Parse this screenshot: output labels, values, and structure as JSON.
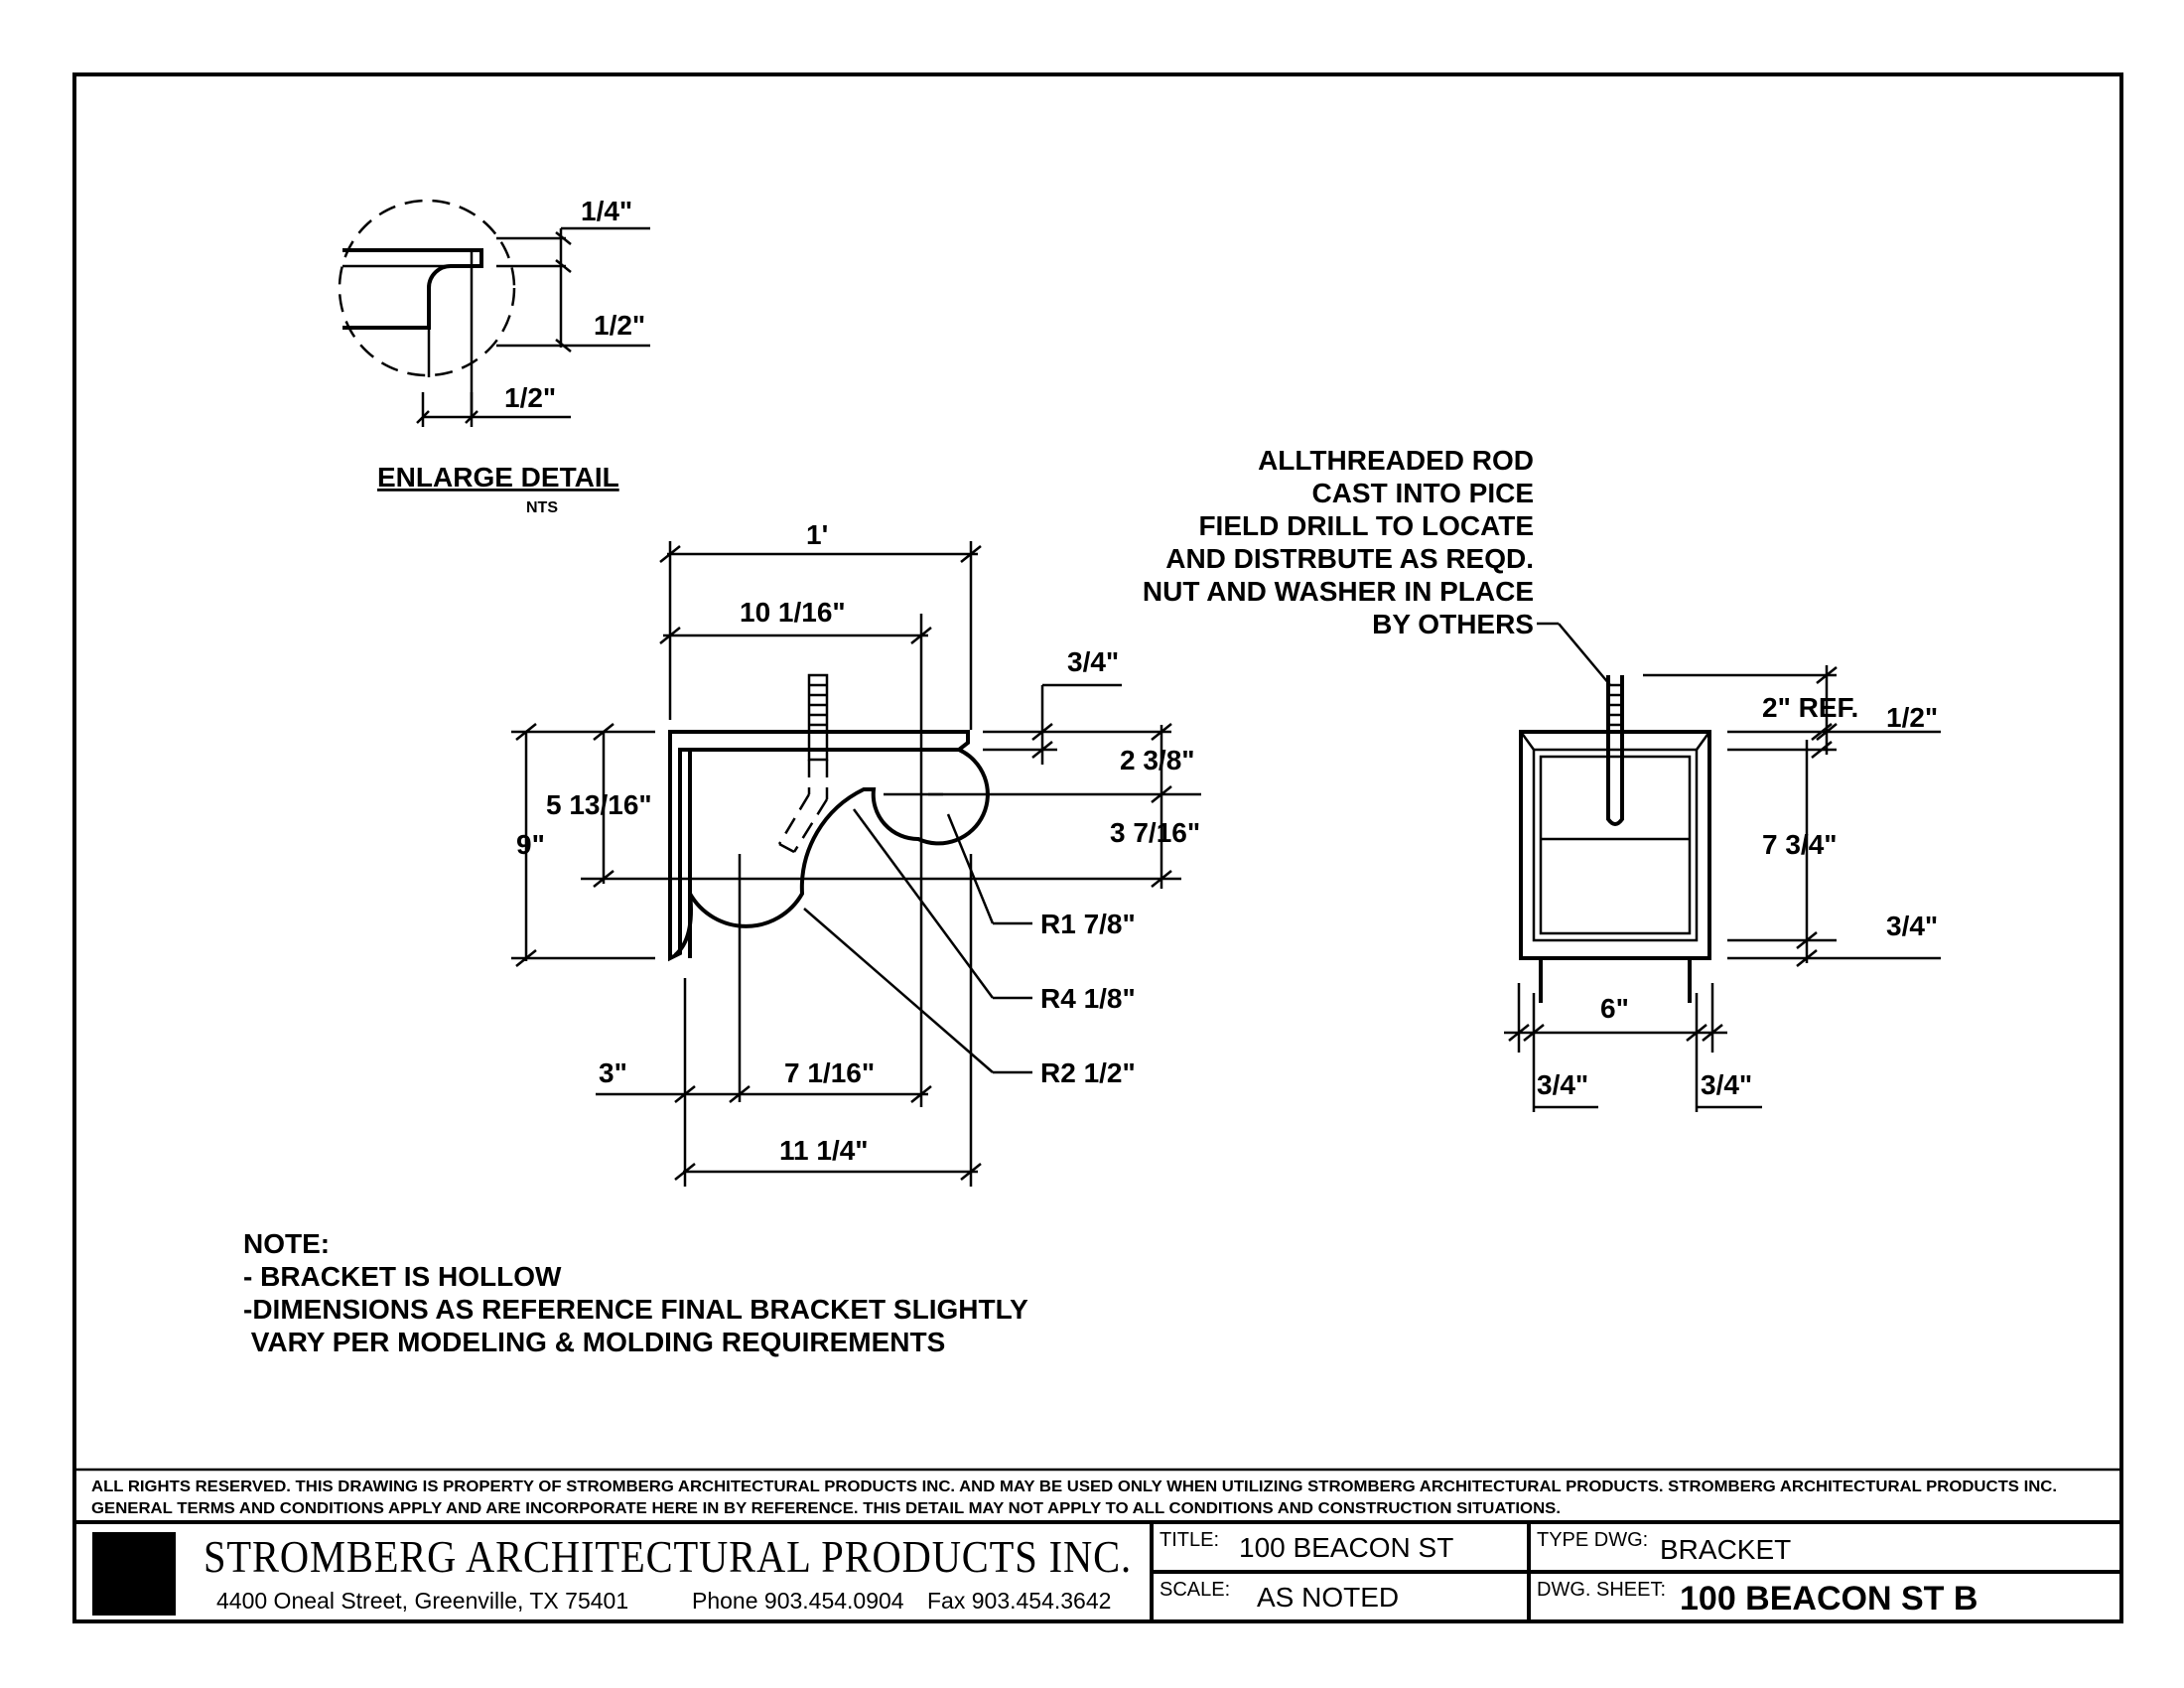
{
  "enlarge_detail": {
    "title": "ENLARGE DETAIL",
    "scale": "NTS",
    "dim_top": "1/4\"",
    "dim_mid": "1/2\"",
    "dim_bottom": "1/2\""
  },
  "side_view": {
    "overall_width": "1'",
    "top_span": "10 1/16\"",
    "top_lip": "3/4\"",
    "dim_2_3_8": "2 3/8\"",
    "dim_3_7_16": "3 7/16\"",
    "height": "9\"",
    "inner_height": "5 13/16\"",
    "radius_small": "R1 7/8\"",
    "radius_large": "R4 1/8\"",
    "radius_mid": "R2 1/2\"",
    "left_offset": "3\"",
    "bottom_span": "7 1/16\"",
    "bottom_width": "11 1/4\""
  },
  "front_view": {
    "callout": [
      "ALLTHREADED ROD",
      "CAST INTO PICE",
      "FIELD DRILL TO LOCATE",
      "AND DISTRBUTE AS REQD.",
      "NUT AND WASHER IN PLACE",
      "BY OTHERS"
    ],
    "ref_dim": "2\" REF.",
    "top_dim": "1/2\"",
    "height": "7 3/4\"",
    "bottom_dim": "3/4\"",
    "width": "6\"",
    "left_wall": "3/4\"",
    "right_wall": "3/4\""
  },
  "notes": {
    "heading": "NOTE:",
    "lines": [
      "- BRACKET IS HOLLOW",
      "-DIMENSIONS AS REFERENCE FINAL BRACKET SLIGHTLY",
      " VARY PER MODELING & MOLDING REQUIREMENTS"
    ]
  },
  "disclaimer": [
    "ALL RIGHTS RESERVED. THIS DRAWING IS PROPERTY OF STROMBERG ARCHITECTURAL PRODUCTS INC. AND MAY BE USED ONLY WHEN UTILIZING STROMBERG ARCHITECTURAL PRODUCTS.  STROMBERG ARCHITECTURAL PRODUCTS INC.",
    "GENERAL TERMS AND CONDITIONS APPLY AND ARE INCORPORATE HERE IN BY REFERENCE.  THIS DETAIL MAY NOT APPLY TO ALL CONDITIONS AND CONSTRUCTION SITUATIONS."
  ],
  "title_block": {
    "company": "STROMBERG ARCHITECTURAL PRODUCTS INC.",
    "address": "4400 Oneal Street, Greenville, TX  75401",
    "phone": "Phone 903.454.0904",
    "fax": "Fax 903.454.3642",
    "title_label": "TITLE:",
    "title_value": "100 BEACON ST",
    "scale_label": "SCALE:",
    "scale_value": "AS NOTED",
    "type_label": "TYPE DWG:",
    "type_value": "BRACKET",
    "sheet_label": "DWG. SHEET:",
    "sheet_value": "100 BEACON ST B"
  }
}
